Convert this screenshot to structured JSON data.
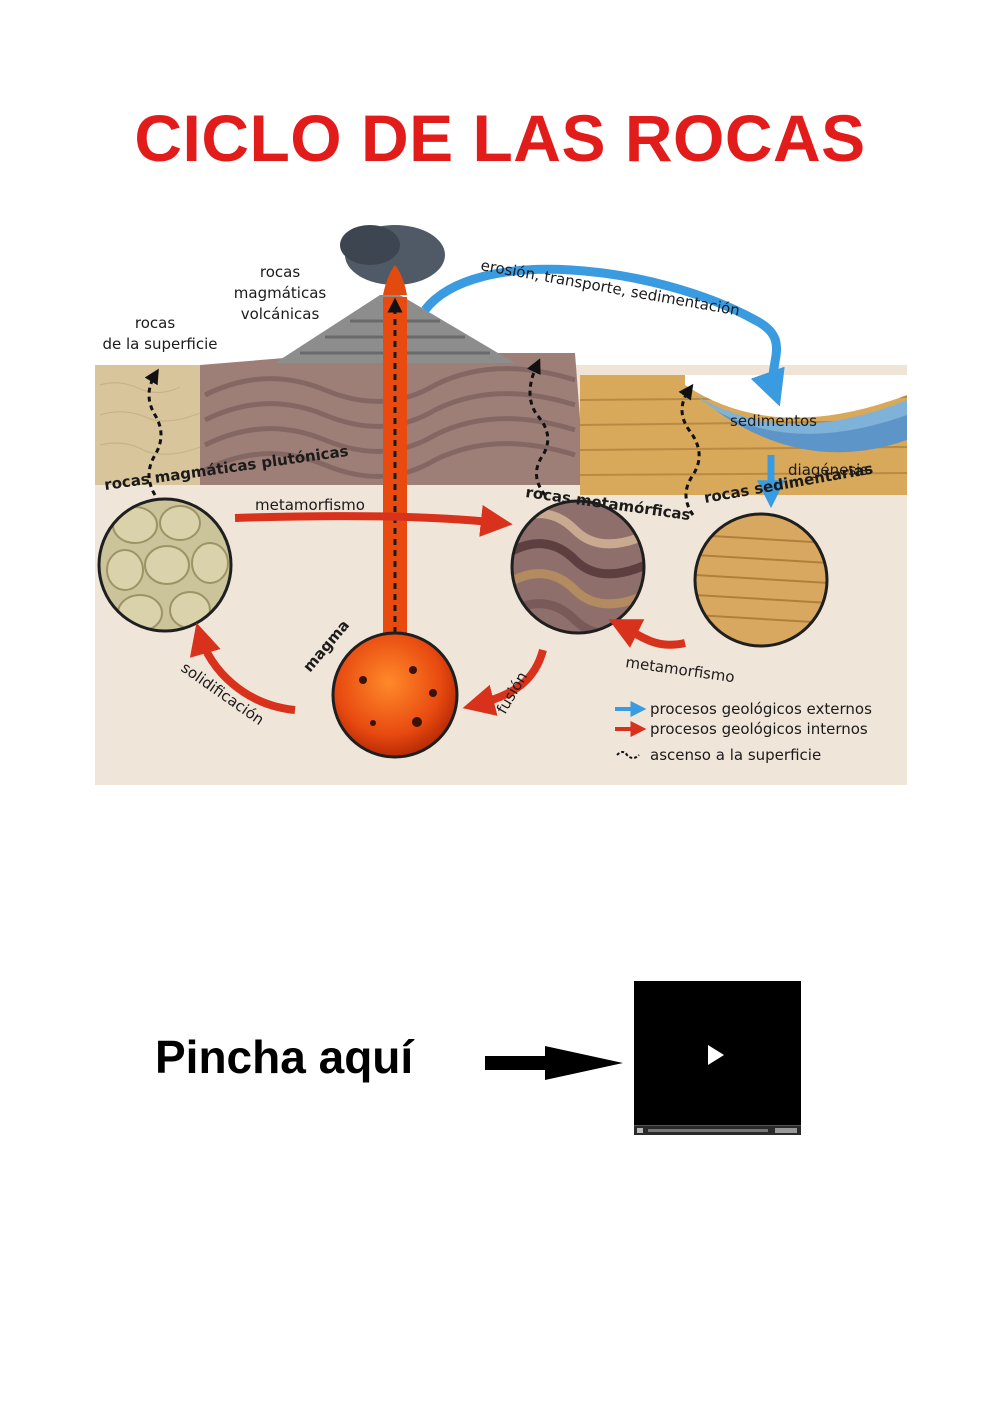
{
  "title": "CICLO DE LAS ROCAS",
  "diagram": {
    "labels": {
      "surface_rocks_1": "rocas",
      "surface_rocks_2": "de la superficie",
      "volcanic_1": "rocas",
      "volcanic_2": "magmáticas",
      "volcanic_3": "volcánicas",
      "erosion": "erosión, transporte, sedimentación",
      "sediments": "sedimentos",
      "diagenesis": "diagénesis",
      "plutonic": "rocas magmáticas plutónicas",
      "metamorphic": "rocas metamórficas",
      "sedimentary": "rocas sedimentarias",
      "metamorphism_top": "metamorfismo",
      "metamorphism_bottom": "metamorfismo",
      "magma": "magma",
      "fusion": "fusión",
      "solidification": "solidificación"
    },
    "legend": {
      "external": "procesos geológicos externos",
      "internal": "procesos geológicos internos",
      "ascent": "ascenso a la superficie"
    },
    "colors": {
      "external": "#3a9be0",
      "internal": "#d8321c",
      "title": "#e21b1b"
    }
  },
  "cta": {
    "text": "Pincha aquí"
  },
  "video": {
    "icon": "play-icon"
  }
}
